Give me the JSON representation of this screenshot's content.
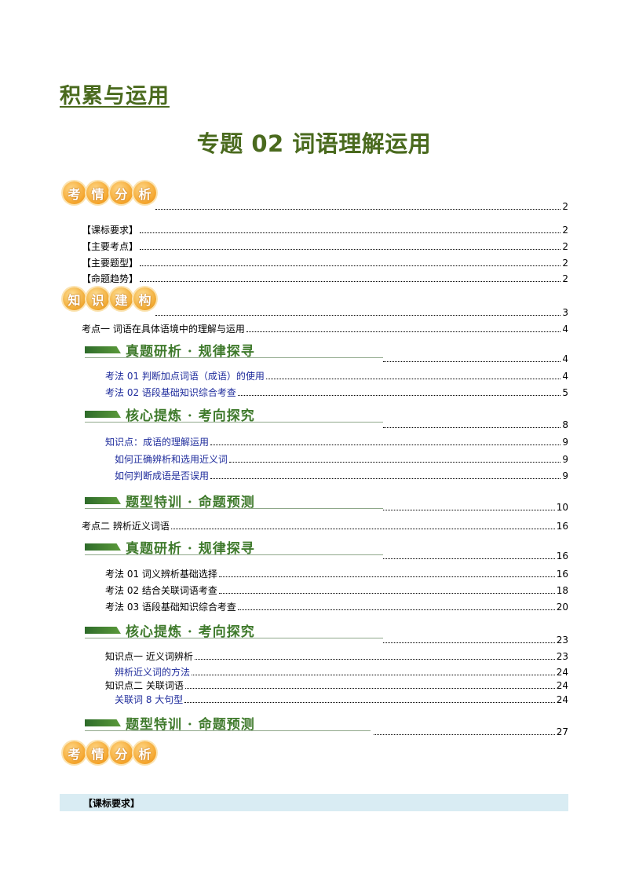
{
  "header": {
    "category": "积累与运用",
    "title": "专题 02 词语理解运用"
  },
  "badges": {
    "analysis": [
      "考",
      "情",
      "分",
      "析"
    ],
    "knowledge": [
      "知",
      "识",
      "建",
      "构"
    ]
  },
  "banners": {
    "real_questions": "真题研析 · 规律探寻",
    "core_refine": "核心提炼 · 考向探究",
    "training": "题型特训 · 命题预测"
  },
  "toc": {
    "analysis_page": "2",
    "analysis_items": [
      {
        "label": "【课标要求】",
        "page": "2"
      },
      {
        "label": "【主要考点】",
        "page": "2"
      },
      {
        "label": "【主要题型】",
        "page": "2"
      },
      {
        "label": "【命题趋势】",
        "page": "2"
      }
    ],
    "knowledge_page": "3",
    "point1": {
      "label": "考点一    词语在具体语境中的理解与运用",
      "page": "4"
    },
    "p1_real_page": "4",
    "p1_methods": [
      {
        "label": "考法 01  判断加点词语（成语）的使用",
        "page": "4"
      },
      {
        "label": "考法 02  语段基础知识综合考查",
        "page": "5"
      }
    ],
    "p1_core_page": "8",
    "p1_knowledge": {
      "label": "知识点：成语的理解运用",
      "page": "9"
    },
    "p1_sub": [
      {
        "label": "如何正确辨析和选用近义词",
        "page": "9"
      },
      {
        "label": "如何判断成语是否误用",
        "page": "9"
      }
    ],
    "p1_train_page": "10",
    "point2": {
      "label": "考点二    辨析近义词语",
      "page": "16"
    },
    "p2_real_page": "16",
    "p2_methods": [
      {
        "label": "考法 01  词义辨析基础选择",
        "page": "16"
      },
      {
        "label": "考法 02  结合关联词语考查",
        "page": "18"
      },
      {
        "label": "考法 03  语段基础知识综合考查",
        "page": "20"
      }
    ],
    "p2_core_page": "23",
    "p2_k1": {
      "label": "知识点一    近义词辨析",
      "page": "23"
    },
    "p2_k1_sub": {
      "label": "辨析近义词的方法",
      "page": "24"
    },
    "p2_k2": {
      "label": "知识点二    关联词语",
      "page": "24"
    },
    "p2_k2_sub": {
      "label": "关联词 8 大句型",
      "page": "24"
    },
    "p2_train_page": "27"
  },
  "section_bar": {
    "label": "【课标要求】"
  }
}
